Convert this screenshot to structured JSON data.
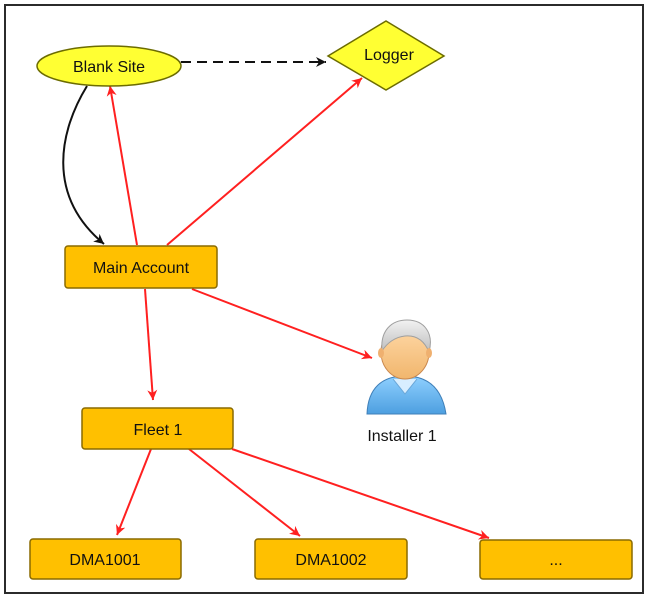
{
  "colors": {
    "node_fill": "#ffc000",
    "node_stroke": "#8a6a00",
    "site_fill": "#ffff33",
    "logger_fill": "#ffff33",
    "red_edge": "#ff2020",
    "black_edge": "#111111"
  },
  "nodes": {
    "blank_site": "Blank Site",
    "logger": "Logger",
    "main_account": "Main Account",
    "fleet_1": "Fleet 1",
    "dma1001": "DMA1001",
    "dma1002": "DMA1002",
    "more": "...",
    "installer_1": "Installer 1"
  },
  "icons": {
    "installer": "user-icon"
  }
}
